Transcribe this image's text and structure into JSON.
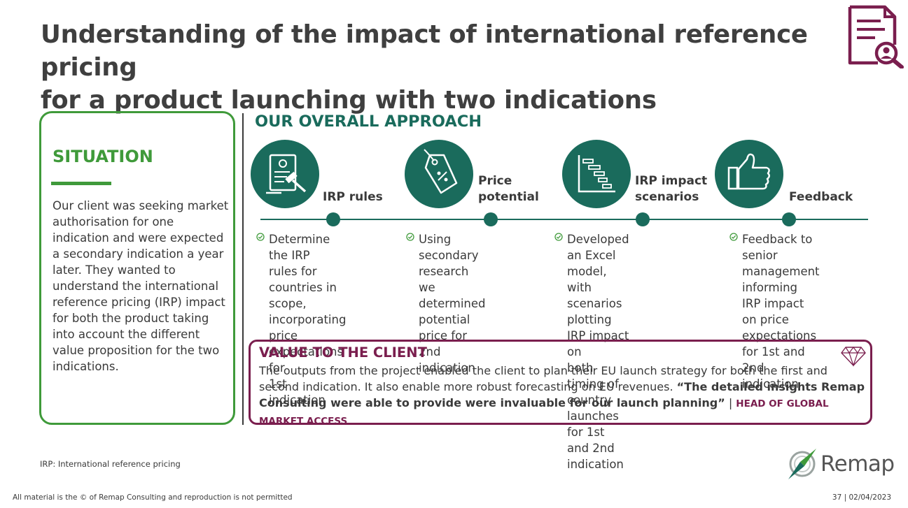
{
  "title": {
    "line1": "Understanding of the impact of international reference pricing",
    "line2": "for a product launching with two indications"
  },
  "icons": {
    "header": "document-search-icon",
    "value": "diamond-icon",
    "check": "check-circle-icon"
  },
  "situation": {
    "heading": "SITUATION",
    "text": "Our client was seeking market authorisation for one indication and were expected a secondary indication a year later. They wanted to understand the international reference pricing (IRP) impact for both the product taking into account the different value proposition for the two indications."
  },
  "approach": {
    "heading": "OUR OVERALL APPROACH",
    "steps": [
      {
        "label_line1": "IRP rules",
        "label_line2": "",
        "icon": "gavel-document-icon",
        "bullet": [
          "Determine the IRP",
          "rules for countries in",
          "scope, incorporating",
          "price expectations for",
          "1st indication"
        ]
      },
      {
        "label_line1": "Price",
        "label_line2": "potential",
        "icon": "price-tag-icon",
        "bullet": [
          "Using secondary",
          "research we",
          "determined potential",
          "price for 2nd",
          "indication"
        ]
      },
      {
        "label_line1": "IRP impact",
        "label_line2": "scenarios",
        "icon": "gantt-chart-icon",
        "bullet": [
          "Developed an Excel",
          "model, with scenarios",
          "plotting IRP impact on",
          "both timing of country",
          "launches for 1st and 2nd",
          "indication"
        ]
      },
      {
        "label_line1": "Feedback",
        "label_line2": "",
        "icon": "thumbs-up-icon",
        "bullet": [
          "Feedback to senior",
          "management",
          "informing IRP impact",
          "on price expectations",
          "for 1st and 2nd",
          "indication"
        ]
      }
    ]
  },
  "value": {
    "heading": "VALUE TO THE CLIENT",
    "text": "The outputs from the project enabled the client to plan their EU launch strategy for both the first and second indication. It also enable more robust forecasting on EU revenues.",
    "quote": "“The detailed insights Remap Consulting were able to provide were invaluable for our launch planning”",
    "separator": "|",
    "attribution": "HEAD OF GLOBAL MARKET ACCESS"
  },
  "footnote": "IRP: International reference pricing",
  "copyright": "All material is the © of Remap Consulting and reproduction is not permitted",
  "page_info": "37 | 02/04/2023",
  "logo": {
    "word": "Remap",
    "icon": "compass-icon"
  },
  "colors": {
    "green": "#3f9a3a",
    "teal": "#1a6b5c",
    "maroon": "#7a1e4e",
    "text": "#3a3a3a"
  }
}
